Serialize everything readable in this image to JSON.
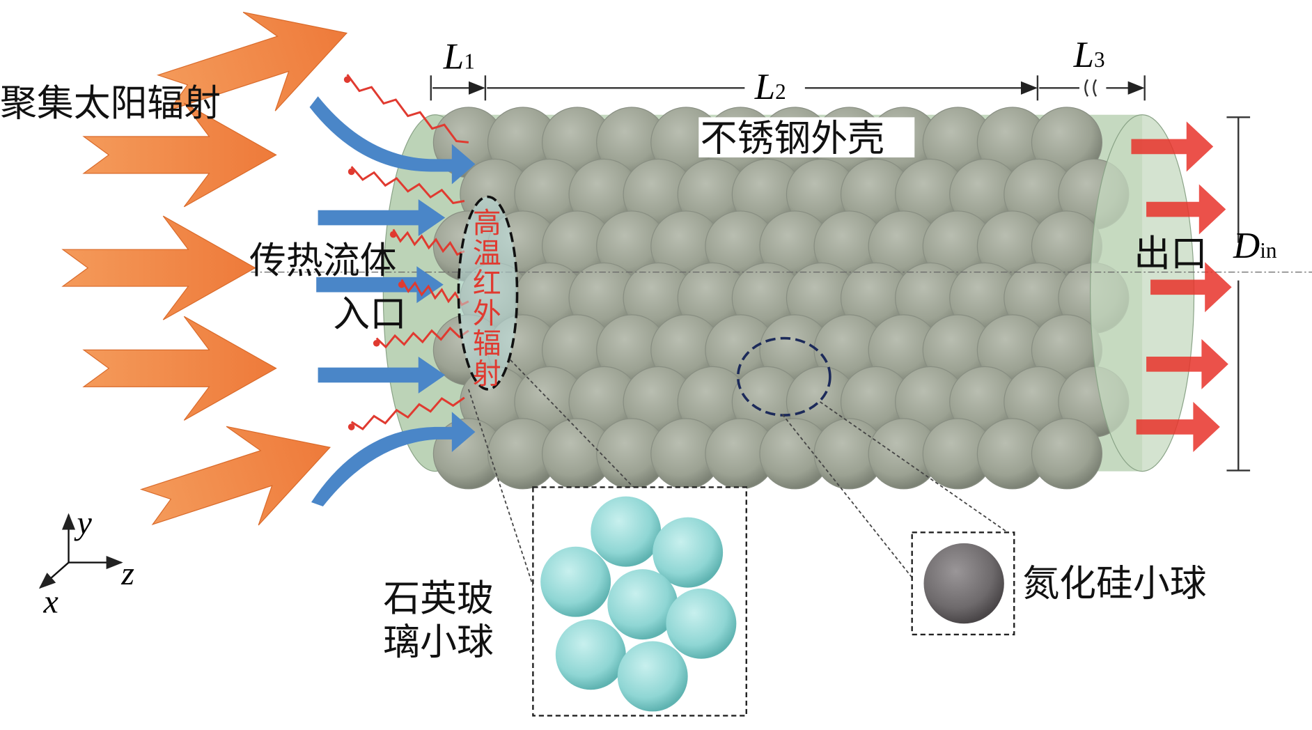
{
  "labels": {
    "solar": "聚集太阳辐射",
    "inlet_line1": "传热流体",
    "inlet_line2": "入口",
    "ir_radiation": [
      "高",
      "温",
      "红",
      "外",
      "辐",
      "射"
    ],
    "shell": "不锈钢外壳",
    "outlet": "出口",
    "quartz_line1": "石英玻",
    "quartz_line2": "璃小球",
    "sin_ball": "氮化硅小球"
  },
  "dimensions": {
    "L1": "L",
    "L1_sub": "1",
    "L2": "L",
    "L2_sub": "2",
    "L3": "L",
    "L3_sub": "3",
    "Din": "D",
    "Din_sub": "in"
  },
  "axes": {
    "y": "y",
    "z": "z",
    "x": "x"
  },
  "colors": {
    "solar_arrow": "#f08a4b",
    "fluid_arrow": "#4a86c8",
    "ir_wave": "#e03a30",
    "outlet_arrow": "#e8322a",
    "shell": "#c5d9c0",
    "sphere": "#9ca293",
    "quartz": "#8fd6d4",
    "sin": "#6e6a6c"
  }
}
